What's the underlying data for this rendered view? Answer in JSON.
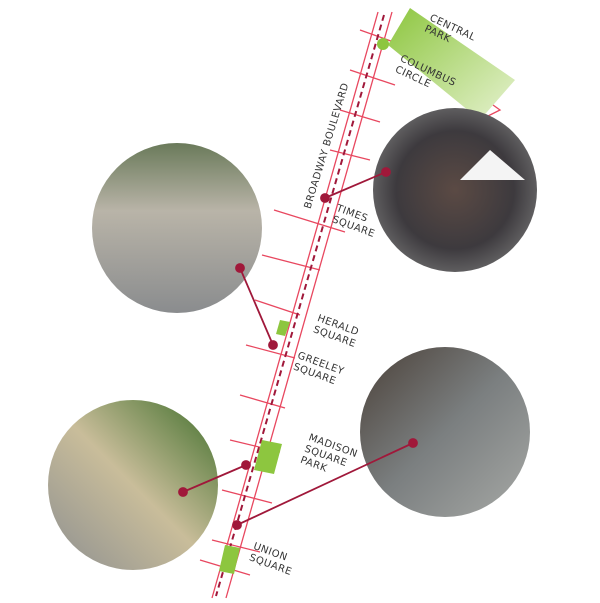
{
  "labels": {
    "central_park": [
      "CENTRAL",
      "PARK"
    ],
    "columbus_circle": [
      "COLUMBUS",
      "CIRCLE"
    ],
    "broadway": "BROADWAY BOULEVARD",
    "times_square": [
      "TIMES",
      "SQUARE"
    ],
    "herald_square": [
      "HERALD",
      "SQUARE"
    ],
    "greeley_square": [
      "GREELEY",
      "SQUARE"
    ],
    "madison_square_park": [
      "MADISON",
      "SQUARE",
      "PARK"
    ],
    "union_square": [
      "UNION",
      "SQUARE"
    ]
  },
  "colors": {
    "street": "#e8475f",
    "connector": "#a0183a",
    "park": "#8dc63f"
  }
}
